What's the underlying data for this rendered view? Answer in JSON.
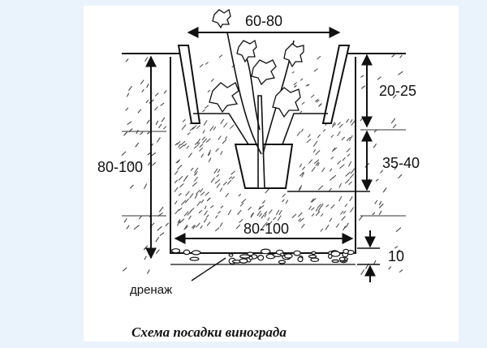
{
  "diagram": {
    "dimensions": {
      "top_width": "60-80",
      "depth_total": "80-100",
      "upper_layer": "20-25",
      "middle_layer": "35-40",
      "bottom_width": "80-100",
      "drainage_thickness": "10"
    },
    "drainage_label": "дренаж",
    "caption": "Схема посадки винограда"
  },
  "colors": {
    "ink": "#111111",
    "background": "#eaf3fb",
    "paper": "#ffffff"
  }
}
